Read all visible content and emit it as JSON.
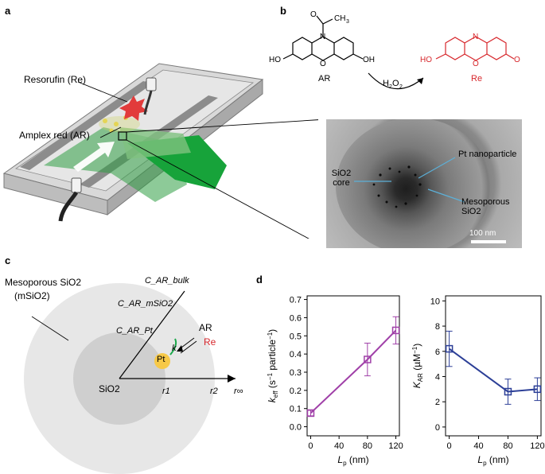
{
  "panels": {
    "a": "a",
    "b": "b",
    "c": "c",
    "d": "d"
  },
  "panel_a": {
    "resorufin_label": "Resorufin (Re)",
    "amplex_label": "Amplex red (AR)"
  },
  "panel_b": {
    "ar_label": "AR",
    "re_label": "Re",
    "reagent": "H2O2",
    "re_color": "#d7272c",
    "tem_labels": {
      "pt": "Pt nanoparticle",
      "sio2_core_line1": "SiO2",
      "sio2_core_line2": "core",
      "mesoporous": "Mesoporous SiO2",
      "scale": "100 nm"
    }
  },
  "panel_c": {
    "mesoporous_line1": "Mesoporous SiO2",
    "mesoporous_line2": "(mSiO2)",
    "c_bulk": "C_AR_bulk",
    "c_msio2": "C_AR_mSiO2",
    "c_pt": "C_AR_Pt",
    "ar": "AR",
    "re": "Re",
    "pt": "Pt",
    "k": "k",
    "sio2": "SiO2",
    "r1": "r1",
    "r2": "r2",
    "rinf": "r∞"
  },
  "chart_data": [
    {
      "type": "line",
      "x": [
        0,
        80,
        120
      ],
      "values": [
        0.075,
        0.37,
        0.53
      ],
      "errors": [
        0.015,
        0.09,
        0.075
      ],
      "xlabel": "Lp (nm)",
      "ylabel": "keff (s−1 particle−1)",
      "xticks": [
        0,
        40,
        80,
        120
      ],
      "yticks": [
        0.0,
        0.1,
        0.2,
        0.3,
        0.4,
        0.5,
        0.6,
        0.7
      ],
      "ytick_labels": [
        "0.0",
        "0.1",
        "0.2",
        "0.3",
        "0.4",
        "0.5",
        "0.6",
        "0.7"
      ],
      "xlim": [
        -5,
        125
      ],
      "ylim": [
        -0.05,
        0.72
      ],
      "color": "#a040a8"
    },
    {
      "type": "line",
      "x": [
        0,
        80,
        120
      ],
      "values": [
        6.2,
        2.8,
        3.0
      ],
      "errors": [
        1.4,
        1.0,
        0.9
      ],
      "xlabel": "Lp (nm)",
      "ylabel": "KAR (µM−1)",
      "xticks": [
        0,
        40,
        80,
        120
      ],
      "yticks": [
        0,
        2,
        4,
        6,
        8,
        10
      ],
      "ytick_labels": [
        "0",
        "2",
        "4",
        "6",
        "8",
        "10"
      ],
      "xlim": [
        -5,
        125
      ],
      "ylim": [
        -0.7,
        10.4
      ],
      "color": "#2c3f97"
    }
  ]
}
